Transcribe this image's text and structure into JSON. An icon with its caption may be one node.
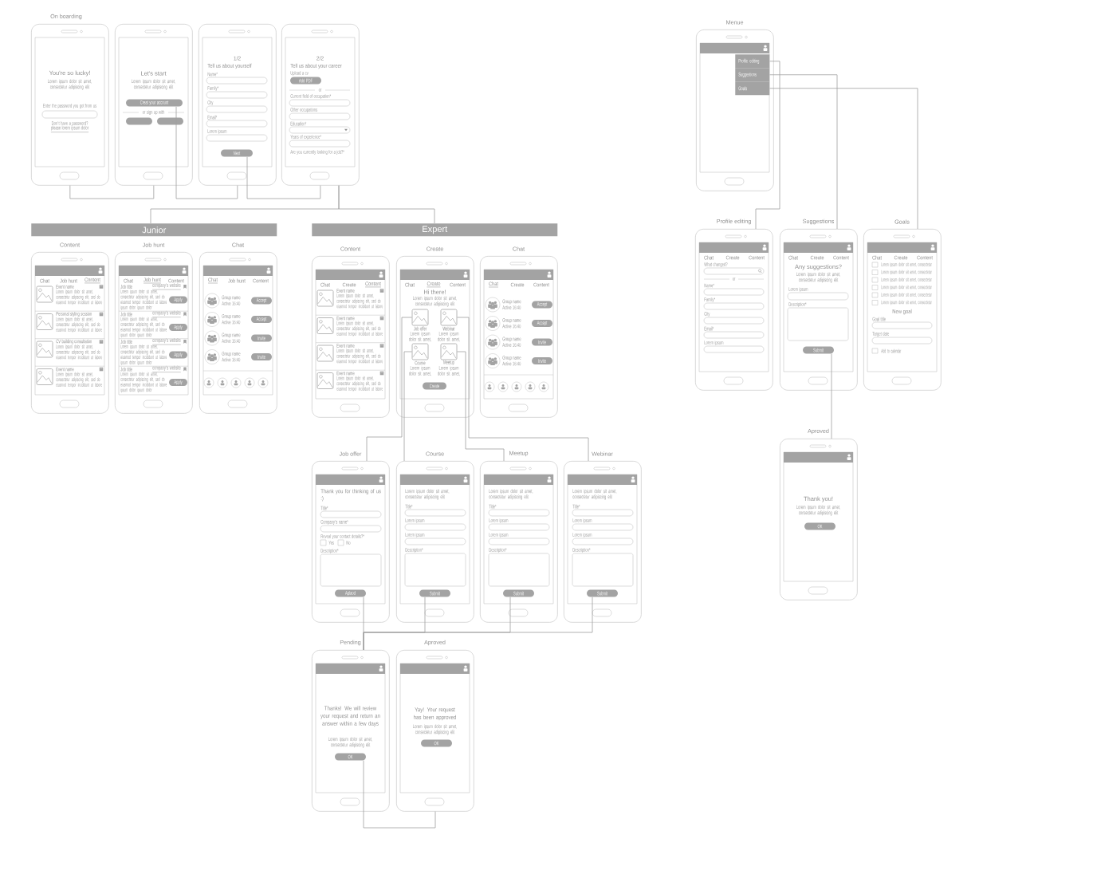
{
  "diagram": {
    "nodes": [
      {
        "text": [
          "You're so lucky!",
          "Lorem ipsum dolor sit amet, consectetur adipiscing elit",
          "Enter the password you got from us",
          "Don't have a password?",
          "please lorem ipsum dolor"
        ]
      },
      {
        "text": [
          "Let's start",
          "Lorem ipsum dolor sit amet, consectetur adipiscing elit",
          "or sign up with"
        ]
      },
      {
        "text": [
          "Creat your account"
        ],
        "in": 1
      },
      {
        "text": [],
        "shape": "box",
        "in": 1
      },
      {
        "text": [],
        "shape": "box",
        "in": 1
      },
      {
        "text": [
          "1/2",
          "Tell us about yourself",
          "Name*",
          "Family*",
          "City",
          "Email*",
          "Lorem ipsum"
        ]
      },
      {
        "text": [
          "Next"
        ],
        "in": 5
      },
      {
        "text": [
          "2/2",
          "Tell us about your career",
          "Upload a cv",
          "or",
          "Current field of occupation*",
          "Other occupations",
          "Education*",
          "Years of experience*",
          "Are you currently looking for a job?*"
        ]
      },
      {
        "text": [
          "Add PDF"
        ],
        "in": 7
      },
      {
        "text": [
          "Menue"
        ]
      },
      {
        "text": [
          "Profile editing"
        ],
        "in": 9
      },
      {
        "text": [
          "Suggestions"
        ],
        "in": 9
      },
      {
        "text": [
          "Goals"
        ],
        "in": 9
      },
      {
        "text": [
          "Junior"
        ]
      },
      {
        "text": [
          "Expert"
        ]
      },
      {
        "text": [
          "Content",
          "Chat",
          "Job hunt",
          "Content",
          "Event name",
          "Lorem ipsum dolor sit amet, consectetur adipiscing elit, sed do eiusmod tempor incididunt ut labore",
          "Personal styling session",
          "Lorem ipsum dolor sit amet, consectetur adipiscing elit, sed do eiusmod tempor incididunt ut labore",
          "CV building consultation",
          "Lorem ipsum dolor sit amet, consectetur adipiscing elit, sed do eiusmod tempor incididunt ut labore",
          "Event name",
          "Lorem ipsum dolor sit amet, consectetur adipiscing elit, sed do eiusmod tempor incididunt ut labore"
        ]
      },
      {
        "text": [
          "Job hunt",
          "Chat",
          "Job hunt",
          "Content",
          "Job title",
          "Lorem ipsum dolor sit amet, consectetur adipiscing elit, sed do eiusmod tempor incididunt ut labore ipsum dolor ipsum dolor",
          "company's website",
          "Job title",
          "Lorem ipsum dolor sit amet, consectetur adipiscing elit, sed do eiusmod tempor incididunt ut labore ipsum dolor ipsum dolor",
          "company's website",
          "Job title",
          "Lorem ipsum dolor sit amet, consectetur adipiscing elit, sed do eiusmod tempor incididunt ut labore ipsum dolor ipsum dolor",
          "company's website",
          "Job title",
          "Lorem ipsum dolor sit amet, consectetur adipiscing elit, sed do eiusmod tempor incididunt ut labore ipsum dolor ipsum dolor",
          "company's website"
        ]
      },
      {
        "text": [
          "Apply"
        ],
        "in": 16
      },
      {
        "text": [
          "Apply"
        ],
        "in": 16
      },
      {
        "text": [
          "Apply"
        ],
        "in": 16
      },
      {
        "text": [
          "Apply"
        ],
        "in": 16
      },
      {
        "text": [
          "Chat",
          "Chat",
          "Job hunt",
          "Content",
          "Group name",
          "Active 16:40",
          "Group name",
          "Active 16:40",
          "Group name",
          "Active 16:40",
          "Group name",
          "Active 16:40"
        ]
      },
      {
        "text": [
          "Accept"
        ],
        "in": 21
      },
      {
        "text": [
          "Accept"
        ],
        "in": 21
      },
      {
        "text": [
          "Invite"
        ],
        "in": 21
      },
      {
        "text": [
          "Invite"
        ],
        "in": 21
      },
      {
        "text": [
          "Content",
          "Chat",
          "Create",
          "Content",
          "Event name",
          "Lorem ipsum dolor sit amet, consectetur adipiscing elit, sed do eiusmod tempor incididunt ut labore",
          "Event name",
          "Lorem ipsum dolor sit amet, consectetur adipiscing elit, sed do eiusmod tempor incididunt ut labore",
          "Event name",
          "Lorem ipsum dolor sit amet, consectetur adipiscing elit, sed do eiusmod tempor incididunt ut labore",
          "Event name",
          "Lorem ipsum dolor sit amet, consectetur adipiscing elit, sed do eiusmod tempor incididunt ut labore"
        ]
      },
      {
        "text": [
          "Create",
          "Chat",
          "Create",
          "Content",
          "Hi there!",
          "Lorem ipsum dolor sit amet, consectetur adipiscing elit"
        ]
      },
      {
        "text": [],
        "shape": "picture",
        "beside": [
          "Job offer",
          "Lorem ipsum dolor sit amet,"
        ],
        "in": 27
      },
      {
        "text": [],
        "shape": "picture",
        "beside": [
          "Webinar",
          "Lorem ipsum dolor sit amet,"
        ],
        "in": 27
      },
      {
        "text": [],
        "shape": "picture",
        "beside": [
          "Course",
          "Lorem ipsum dolor sit amet,"
        ],
        "in": 27
      },
      {
        "text": [],
        "shape": "picture",
        "beside": [
          "Meetup",
          "Lorem ipsum dolor sit amet,"
        ],
        "in": 27
      },
      {
        "text": [
          "Create"
        ],
        "in": 27
      },
      {
        "text": [
          "Chat",
          "Chat",
          "Create",
          "Content",
          "Group name",
          "Active 16:40",
          "Group name",
          "Active 16:40",
          "Group name",
          "Active 16:40",
          "Group name",
          "Active 16:40"
        ]
      },
      {
        "text": [
          "Accept"
        ],
        "in": 33
      },
      {
        "text": [
          "Accept"
        ],
        "in": 33
      },
      {
        "text": [
          "Invite"
        ],
        "in": 33
      },
      {
        "text": [
          "Invite"
        ],
        "in": 33
      },
      {
        "text": [
          "Profile editing",
          "Chat",
          "Create",
          "Content",
          "What changed?",
          "or",
          "Name*",
          "Family*",
          "City",
          "Email*",
          "Lorem ipsum"
        ]
      },
      {
        "text": [
          "Suggestions",
          "Chat",
          "Create",
          "Content",
          "Any suggestions?",
          "Lorem ipsum dolor sit amet, consectetur adipiscing elit",
          "Lorem ipsum",
          "Description*"
        ]
      },
      {
        "text": [],
        "shape": "box",
        "in": 39
      },
      {
        "text": [
          "Submit"
        ],
        "in": 39
      },
      {
        "text": [
          "Goals",
          "Chat",
          "Create",
          "Content",
          "Lorem ipsum dolor sit amet, consectetur",
          "Lorem ipsum dolor sit amet, consectetur",
          "Lorem ipsum dolor sit amet, consectetur",
          "Lorem ipsum dolor sit amet, consectetur",
          "Lorem ipsum dolor sit amet, consectetur",
          "Lorem ipsum dolor sit amet, consectetur",
          "New goal",
          "Goal title",
          "Target date",
          "Add to calendar"
        ]
      },
      {
        "text": [
          "Job offer",
          "Thank you for thinking of us :)",
          "Title*",
          "Company's name*",
          "Reveal your contact details?*",
          "Yes",
          "No",
          "Description*"
        ]
      },
      {
        "text": [],
        "shape": "box",
        "in": 43
      },
      {
        "text": [
          "Aplaod"
        ],
        "in": 43
      },
      {
        "text": [
          "Course",
          "Lorem ipsum dolor sit amet, consectetur adipiscing elit",
          "Title*",
          "Lorem ipsum",
          "Lorem ipsum",
          "Description*"
        ]
      },
      {
        "text": [],
        "shape": "box",
        "in": 46
      },
      {
        "text": [
          "Submit"
        ],
        "in": 46
      },
      {
        "text": [
          "Meetup",
          "Lorem ipsum dolor sit amet, consectetur adipiscing elit",
          "Title*",
          "Lorem ipsum",
          "Lorem ipsum",
          "Description*"
        ]
      },
      {
        "text": [],
        "shape": "box",
        "in": 49
      },
      {
        "text": [
          "Submit"
        ],
        "in": 49
      },
      {
        "text": [
          "Webinar",
          "Lorem ipsum dolor sit amet, consectetur adipiscing elit",
          "Title*",
          "Lorem ipsum",
          "Lorem ipsum",
          "Description*"
        ]
      },
      {
        "text": [],
        "shape": "box",
        "in": 52
      },
      {
        "text": [
          "Submit"
        ],
        "in": 52
      },
      {
        "text": [
          "Aproved",
          "Thank you!",
          "Lorem ipsum dolor sit amet, consectetur adipiscing elit"
        ]
      },
      {
        "text": [
          "OK"
        ],
        "in": 55
      },
      {
        "text": [
          "Pending",
          "Thanks! We will review your request and return an answer within a few days",
          "Lorem ipsum dolor sit amet, consectetur adipiscing elit"
        ]
      },
      {
        "text": [
          "OK"
        ],
        "in": 57
      },
      {
        "text": [
          "Aproved",
          "Yay! Your request has been approved",
          "Lorem ipsum dolor sit amet, consectetur adipiscing elit"
        ]
      },
      {
        "text": [
          "OK"
        ],
        "in": 59
      }
    ],
    "edges": [
      {
        "from": 0,
        "to": 1,
        "arrow": "none"
      },
      {
        "from": 2,
        "to": 5,
        "arrow": "none"
      },
      {
        "from": 6,
        "to": 7,
        "arrow": "none"
      },
      {
        "from": 7,
        "to": 13,
        "arrow": "none"
      },
      {
        "from": 7,
        "to": 14,
        "arrow": "none"
      },
      {
        "from": 10,
        "to": 38,
        "arrow": "none"
      },
      {
        "from": 11,
        "to": 39,
        "arrow": "none"
      },
      {
        "from": 12,
        "to": 42,
        "arrow": "none"
      },
      {
        "from": 28,
        "to": 43,
        "arrow": "none"
      },
      {
        "from": 30,
        "to": 46,
        "arrow": "none"
      },
      {
        "from": 31,
        "to": 49,
        "arrow": "none"
      },
      {
        "from": 29,
        "to": 52,
        "arrow": "none"
      },
      {
        "from": 45,
        "to": 57,
        "arrow": "none"
      },
      {
        "from": 48,
        "to": 57,
        "arrow": "none"
      },
      {
        "from": 51,
        "to": 57,
        "arrow": "none"
      },
      {
        "from": 54,
        "to": 57,
        "arrow": "none"
      },
      {
        "from": 58,
        "to": 59,
        "arrow": "none"
      },
      {
        "from": 41,
        "to": 55,
        "arrow": "none"
      }
    ],
    "labels": [
      "On boarding"
    ]
  }
}
